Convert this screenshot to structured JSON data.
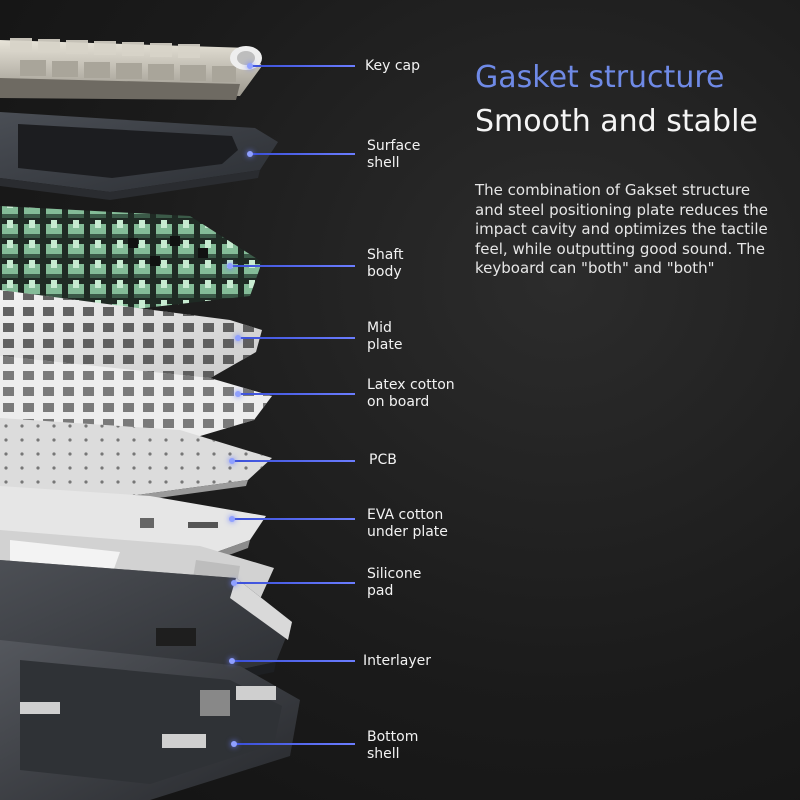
{
  "heading": {
    "title": "Gasket structure",
    "subtitle": "Smooth and stable",
    "description": "The combination of Gakset structure and steel positioning plate reduces the impact cavity and optimizes the tactile feel, while outputting good sound. The keyboard can \"both\" and \"both\""
  },
  "layers": [
    {
      "id": "keycap",
      "label": "Key cap"
    },
    {
      "id": "surface-shell",
      "label": "Surface\nshell"
    },
    {
      "id": "shaft-body",
      "label": "Shaft\nbody"
    },
    {
      "id": "mid-plate",
      "label": "Mid\nplate"
    },
    {
      "id": "latex-cotton",
      "label": "Latex cotton\non board"
    },
    {
      "id": "pcb",
      "label": "PCB"
    },
    {
      "id": "eva-cotton",
      "label": "EVA cotton\nunder plate"
    },
    {
      "id": "silicone-pad",
      "label": "Silicone\npad"
    },
    {
      "id": "interlayer",
      "label": "Interlayer"
    },
    {
      "id": "bottom-shell",
      "label": "Bottom\nshell"
    }
  ],
  "colors": {
    "accent": "#6f8ae6",
    "leader_line": "#4a5ff0",
    "switch_green": "#9fd8b0",
    "plate_white": "#e9e9e9",
    "shell_gray": "#5c5f66"
  }
}
